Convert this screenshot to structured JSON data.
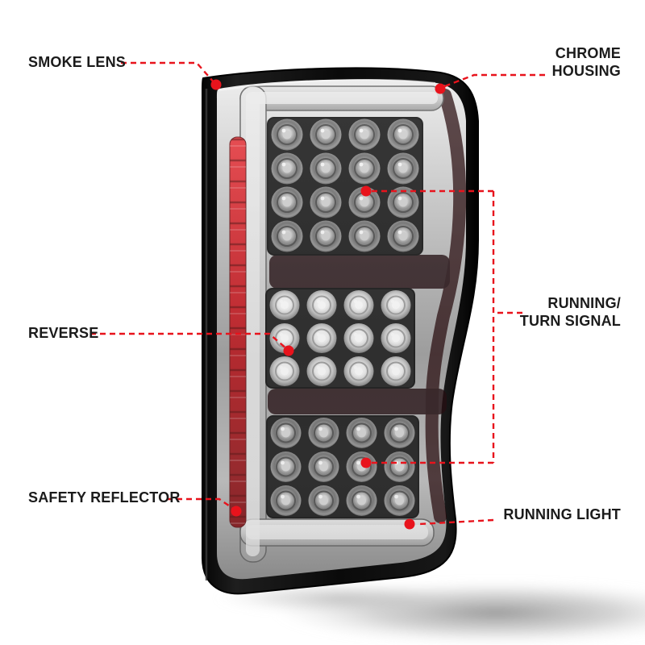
{
  "colors": {
    "background": "#ffffff",
    "callout_line": "#e8131c",
    "label_text": "#1b1b1b",
    "reflector_red": "#c4161d"
  },
  "callouts": {
    "smoke_lens": "SMOKE LENS",
    "chrome_housing": "CHROME HOUSING",
    "reverse": "REVERSE",
    "running_turn_signal": "RUNNING/ TURN SIGNAL",
    "safety_reflector": "SAFETY REFLECTOR",
    "running_light": "RUNNING LIGHT"
  }
}
